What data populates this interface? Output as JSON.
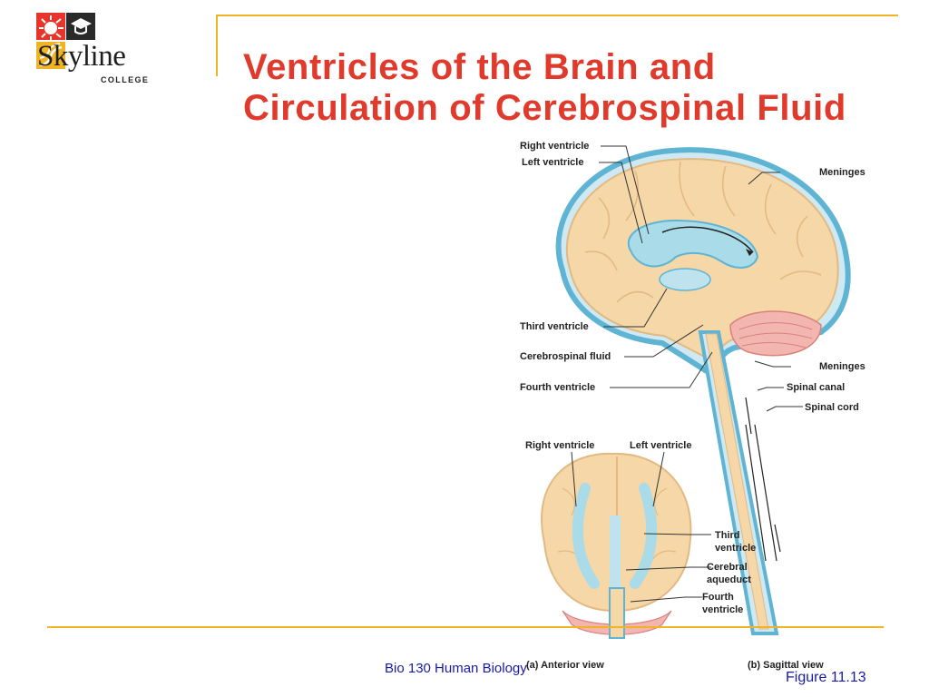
{
  "logo": {
    "name": "Skyline",
    "sub": "COLLEGE"
  },
  "slide": {
    "title": "Ventricles of the Brain and Circulation of Cerebrospinal Fluid"
  },
  "footer": {
    "course": "Bio 130 Human Biology",
    "figure": "Figure 11.13"
  },
  "figure": {
    "sagittal_labels": {
      "right_ventricle": "Right ventricle",
      "left_ventricle": "Left ventricle",
      "meninges_top": "Meninges",
      "third_ventricle": "Third ventricle",
      "csf": "Cerebrospinal fluid",
      "fourth_ventricle": "Fourth ventricle",
      "meninges_mid": "Meninges",
      "spinal_canal": "Spinal canal",
      "spinal_cord": "Spinal cord"
    },
    "anterior_labels": {
      "right_ventricle": "Right ventricle",
      "left_ventricle": "Left ventricle",
      "third_ventricle_1": "Third",
      "third_ventricle_2": "ventricle",
      "cerebral_aqueduct_1": "Cerebral",
      "cerebral_aqueduct_2": "aqueduct",
      "fourth_ventricle_1": "Fourth",
      "fourth_ventricle_2": "ventricle"
    },
    "captions": {
      "anterior": "(a) Anterior view",
      "sagittal": "(b) Sagittal view"
    }
  }
}
